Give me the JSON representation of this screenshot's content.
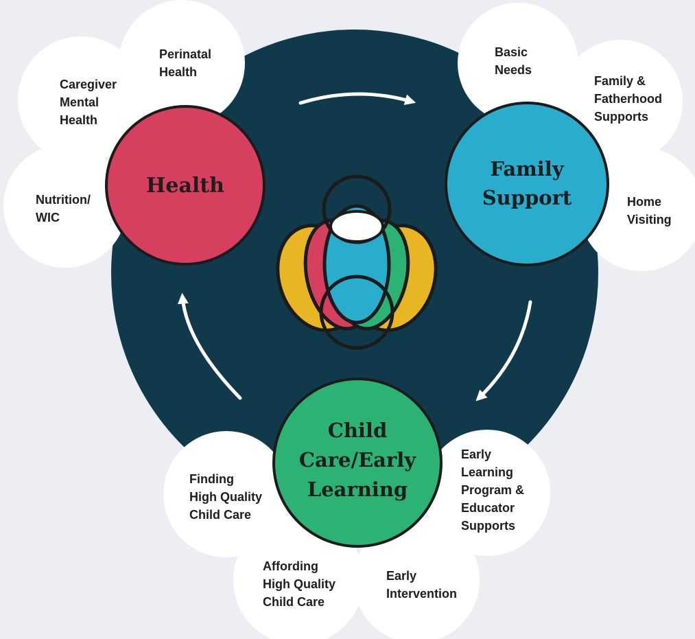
{
  "colors": {
    "background": "#edeef3",
    "hub_circle": "#103a4c",
    "health": "#d63f5e",
    "family_support": "#2aaccd",
    "child_care": "#2cb273",
    "logo_yellow": "#e8b624",
    "petal": "#ffffff",
    "outline": "#1b1b1b"
  },
  "hubs": {
    "health": {
      "title": "Health"
    },
    "family_support": {
      "line1": "Family",
      "line2": "Support"
    },
    "child_care": {
      "line1": "Child",
      "line2": "Care/Early",
      "line3": "Learning"
    }
  },
  "petals": {
    "health": {
      "perinatal": [
        "Perinatal",
        "Health"
      ],
      "caregiver": [
        "Caregiver",
        "Mental",
        "Health"
      ],
      "nutrition": [
        "Nutrition/",
        "WIC"
      ]
    },
    "family_support": {
      "basic_needs": [
        "Basic",
        "Needs"
      ],
      "fatherhood": [
        "Family &",
        "Fatherhood",
        "Supports"
      ],
      "home_visiting": [
        "Home",
        "Visiting"
      ]
    },
    "child_care": {
      "program": [
        "Early",
        "Learning",
        "Program &",
        "Educator",
        "Supports"
      ],
      "intervention": [
        "Early",
        "Intervention"
      ],
      "affording": [
        "Affording",
        "High Quality",
        "Child Care"
      ],
      "finding": [
        "Finding",
        "High Quality",
        "Child Care"
      ]
    }
  },
  "icons": {
    "center_logo": "overlapping-circles-logo-icon",
    "arrows": [
      "arrow-right-icon",
      "arrow-down-left-icon",
      "arrow-up-icon"
    ]
  }
}
